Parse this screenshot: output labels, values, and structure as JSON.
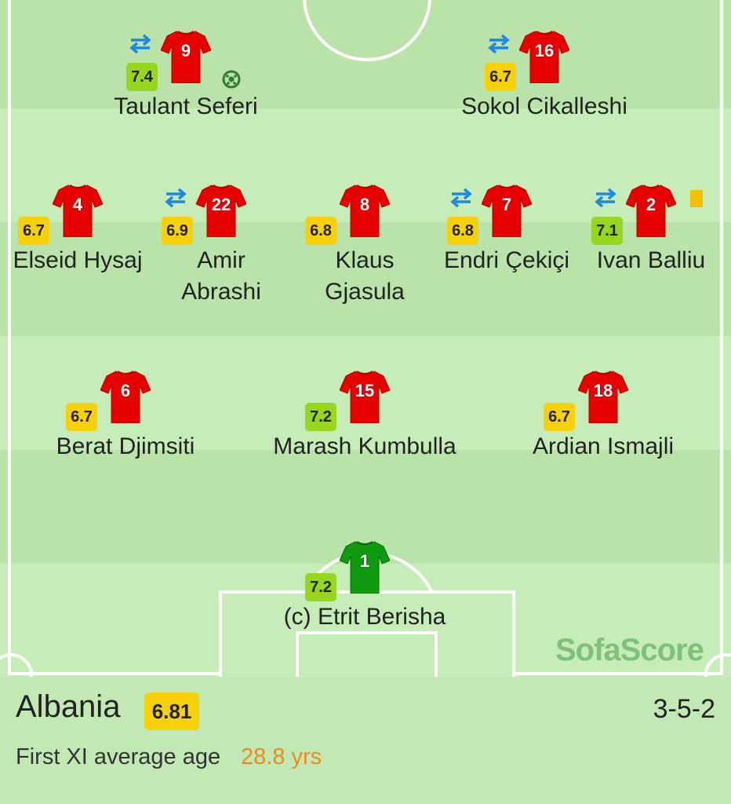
{
  "team": {
    "name": "Albania",
    "rating": "6.81",
    "formation": "3-5-2",
    "age_label": "First XI average age",
    "age_value": "28.8 yrs"
  },
  "brand": "SofaScore",
  "colors": {
    "outfield_shirt": "#e60000",
    "goalkeeper_shirt": "#0f9a0f",
    "rating_yellow": "#f6d10a",
    "rating_green": "#96d61c",
    "sub_icon": "#1e88e5",
    "age_value": "#ef8a1f"
  },
  "players": [
    {
      "number": "9",
      "name": "Taulant Seferi",
      "rating": "7.4",
      "rating_color": "green",
      "subbed": true,
      "goal": true,
      "card": false
    },
    {
      "number": "16",
      "name": "Sokol Cikalleshi",
      "rating": "6.7",
      "rating_color": "yellow",
      "subbed": true,
      "goal": false,
      "card": false
    },
    {
      "number": "4",
      "name": "Elseid Hysaj",
      "rating": "6.7",
      "rating_color": "yellow",
      "subbed": false,
      "goal": false,
      "card": false
    },
    {
      "number": "22",
      "name": "Amir Abrashi",
      "rating": "6.9",
      "rating_color": "yellow",
      "subbed": true,
      "goal": false,
      "card": false
    },
    {
      "number": "8",
      "name": "Klaus Gjasula",
      "rating": "6.8",
      "rating_color": "yellow",
      "subbed": false,
      "goal": false,
      "card": false
    },
    {
      "number": "7",
      "name": "Endri Çekiçi",
      "rating": "6.8",
      "rating_color": "yellow",
      "subbed": true,
      "goal": false,
      "card": false
    },
    {
      "number": "2",
      "name": "Ivan Balliu",
      "rating": "7.1",
      "rating_color": "green",
      "subbed": true,
      "goal": false,
      "card": true
    },
    {
      "number": "6",
      "name": "Berat Djimsiti",
      "rating": "6.7",
      "rating_color": "yellow",
      "subbed": false,
      "goal": false,
      "card": false
    },
    {
      "number": "15",
      "name": "Marash Kumbulla",
      "rating": "7.2",
      "rating_color": "green",
      "subbed": false,
      "goal": false,
      "card": false
    },
    {
      "number": "18",
      "name": "Ardian Ismajli",
      "rating": "6.7",
      "rating_color": "yellow",
      "subbed": false,
      "goal": false,
      "card": false
    },
    {
      "number": "1",
      "name": "(c) Etrit Berisha",
      "rating": "7.2",
      "rating_color": "green",
      "subbed": false,
      "goal": false,
      "card": false
    }
  ]
}
